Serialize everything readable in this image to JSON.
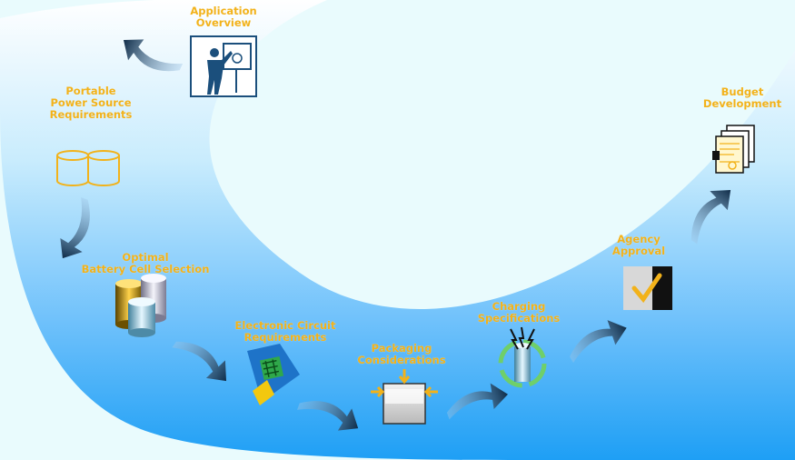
{
  "steps": [
    {
      "id": "application-overview",
      "lines": [
        "Application",
        "Overview"
      ],
      "icon": "presenter-icon"
    },
    {
      "id": "power-source",
      "lines": [
        "Portable",
        "Power Source",
        "Requirements"
      ],
      "icon": "cylinders-icon"
    },
    {
      "id": "cell-selection",
      "lines": [
        "Optimal",
        "Battery Cell Selection"
      ],
      "icon": "battery-cells-icon"
    },
    {
      "id": "circuit",
      "lines": [
        "Electronic Circuit",
        "Requirements"
      ],
      "icon": "circuit-board-icon"
    },
    {
      "id": "packaging",
      "lines": [
        "Packaging",
        "Considerations"
      ],
      "icon": "package-icon"
    },
    {
      "id": "charging",
      "lines": [
        "Charging",
        "Specifications"
      ],
      "icon": "charging-icon"
    },
    {
      "id": "agency",
      "lines": [
        "Agency",
        "Approval"
      ],
      "icon": "checkmark-icon"
    },
    {
      "id": "budget",
      "lines": [
        "Budget",
        "Development"
      ],
      "icon": "documents-icon"
    }
  ],
  "colors": {
    "label": "#f2b21a",
    "background": "#e9fbfd",
    "swoosh_light": "#ffffff",
    "swoosh_dark": "#1e9ff5",
    "arrow": "#123552"
  }
}
